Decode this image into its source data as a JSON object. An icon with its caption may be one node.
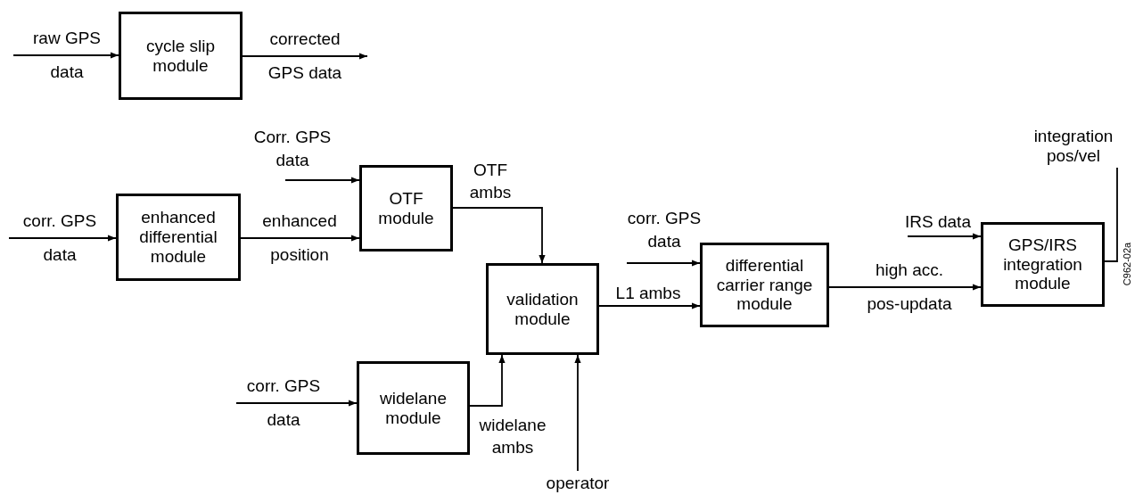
{
  "diagram": {
    "nodes": [
      {
        "text": [
          "cycle slip module"
        ]
      },
      {
        "text": [
          "enhanced differential module"
        ]
      },
      {
        "text": [
          "OTF module"
        ]
      },
      {
        "text": [
          "validation module"
        ]
      },
      {
        "text": [
          "widelane module"
        ]
      },
      {
        "text": [
          "differential carrier range module"
        ]
      },
      {
        "text": [
          "GPS/IRS integration module"
        ]
      },
      {
        "text": [
          "operator"
        ]
      },
      {
        "text": [
          "integration pos/vel"
        ]
      }
    ],
    "edges": [
      {
        "from": null,
        "to": 0,
        "arrow": "to",
        "label": "raw GPS data"
      },
      {
        "from": 0,
        "to": null,
        "arrow": "to",
        "label": "corrected GPS data"
      },
      {
        "from": null,
        "to": 1,
        "arrow": "to",
        "label": "corr. GPS data"
      },
      {
        "from": 1,
        "to": 2,
        "arrow": "to",
        "label": "enhanced position"
      },
      {
        "from": null,
        "to": 2,
        "arrow": "to",
        "label": "Corr. GPS data"
      },
      {
        "from": 2,
        "to": 3,
        "arrow": "to",
        "label": "OTF ambs"
      },
      {
        "from": null,
        "to": 4,
        "arrow": "to",
        "label": "corr. GPS data"
      },
      {
        "from": 4,
        "to": 3,
        "arrow": "to",
        "label": "widelane ambs"
      },
      {
        "from": 7,
        "to": 3,
        "arrow": "to"
      },
      {
        "from": null,
        "to": 5,
        "arrow": "to",
        "label": "corr. GPS data"
      },
      {
        "from": 3,
        "to": 5,
        "arrow": "to",
        "label": "L1 ambs"
      },
      {
        "from": null,
        "to": 6,
        "arrow": "to",
        "label": "IRS data"
      },
      {
        "from": 5,
        "to": 6,
        "arrow": "to",
        "label": "high acc. pos-updata"
      },
      {
        "from": 6,
        "to": 8,
        "arrow": "none"
      }
    ],
    "labels": [
      "C962-02a"
    ]
  }
}
